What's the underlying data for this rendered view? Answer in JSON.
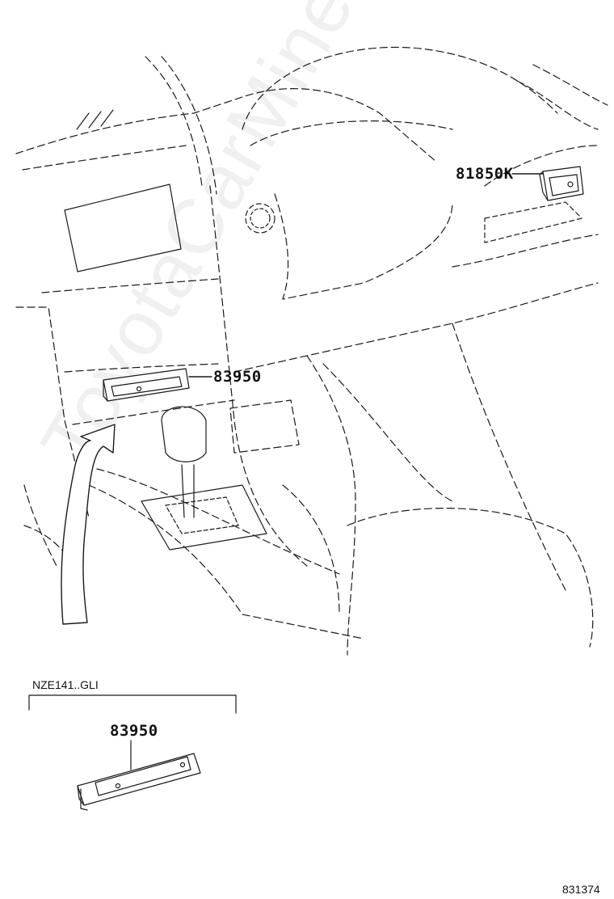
{
  "parts": {
    "p1": "81850K",
    "p2": "83950",
    "p3": "83950"
  },
  "variant": {
    "label": "NZE141..GLI"
  },
  "diagram_id": "831374",
  "watermark": "ToyotaCarMiner.ru",
  "colors": {
    "line": "#1a1a1a",
    "background": "#ffffff"
  }
}
